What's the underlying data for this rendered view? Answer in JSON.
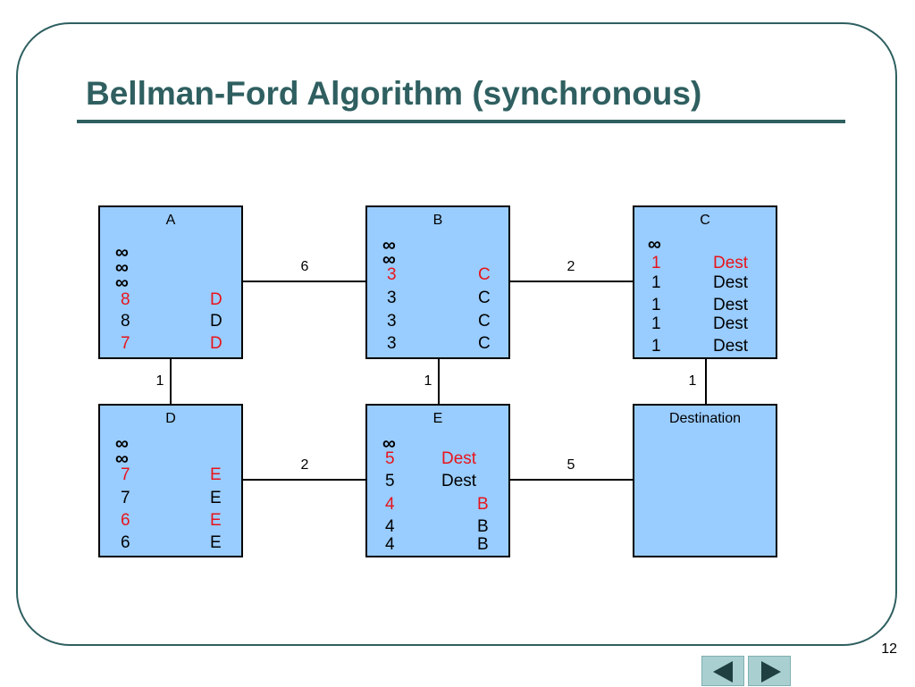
{
  "slide": {
    "title": "Bellman-Ford Algorithm (synchronous)",
    "page_number": "12"
  },
  "nodes": {
    "A": {
      "name": "A",
      "rows": [
        {
          "type": "inf",
          "text": "∞"
        },
        {
          "type": "inf",
          "text": "∞"
        },
        {
          "type": "inf",
          "text": "∞"
        },
        {
          "type": "entry",
          "cost": "8",
          "next": "D",
          "red": true
        },
        {
          "type": "entry",
          "cost": "8",
          "next": "D",
          "red": false
        },
        {
          "type": "entry",
          "cost": "7",
          "next": "D",
          "red": true
        }
      ]
    },
    "B": {
      "name": "B",
      "rows": [
        {
          "type": "inf",
          "text": "∞"
        },
        {
          "type": "inf",
          "text": "∞"
        },
        {
          "type": "entry",
          "cost": "3",
          "next": "C",
          "red": true
        },
        {
          "type": "entry",
          "cost": "3",
          "next": "C",
          "red": false
        },
        {
          "type": "entry",
          "cost": "3",
          "next": "C",
          "red": false
        },
        {
          "type": "entry",
          "cost": "3",
          "next": "C",
          "red": false
        }
      ]
    },
    "C": {
      "name": "C",
      "rows": [
        {
          "type": "inf",
          "text": "∞"
        },
        {
          "type": "entry",
          "cost": "1",
          "next": "Dest",
          "red": true
        },
        {
          "type": "entry",
          "cost": "1",
          "next": "Dest",
          "red": false
        },
        {
          "type": "entry",
          "cost": "1",
          "next": "Dest",
          "red": false
        },
        {
          "type": "entry",
          "cost": "1",
          "next": "Dest",
          "red": false
        },
        {
          "type": "entry",
          "cost": "1",
          "next": "Dest",
          "red": false
        }
      ]
    },
    "D": {
      "name": "D",
      "rows": [
        {
          "type": "inf",
          "text": "∞"
        },
        {
          "type": "inf",
          "text": "∞"
        },
        {
          "type": "entry",
          "cost": "7",
          "next": "E",
          "red": true
        },
        {
          "type": "entry",
          "cost": "7",
          "next": "E",
          "red": false
        },
        {
          "type": "entry",
          "cost": "6",
          "next": "E",
          "red": true
        },
        {
          "type": "entry",
          "cost": "6",
          "next": "E",
          "red": false
        }
      ]
    },
    "E": {
      "name": "E",
      "rows": [
        {
          "type": "inf",
          "text": "∞"
        },
        {
          "type": "entry",
          "cost": "5",
          "next": "Dest",
          "red": true
        },
        {
          "type": "entry",
          "cost": "5",
          "next": "Dest",
          "red": false
        },
        {
          "type": "entry",
          "cost": "4",
          "next": "B",
          "red": true
        },
        {
          "type": "entry",
          "cost": "4",
          "next": "B",
          "red": false
        },
        {
          "type": "entry",
          "cost": "4",
          "next": "B",
          "red": false
        }
      ]
    },
    "Dest": {
      "name": "Destination",
      "rows": []
    }
  },
  "edges": {
    "A_B": "6",
    "B_C": "2",
    "A_D": "1",
    "B_E": "1",
    "C_Dest": "1",
    "D_E": "2",
    "E_Dest": "5"
  },
  "colors": {
    "frame": "#2f5f60",
    "node_fill": "#99ccff",
    "highlight": "#e8141a",
    "nav_button": "#a9cfd0"
  },
  "nav": {
    "prev_icon": "triangle-left-icon",
    "next_icon": "triangle-right-icon"
  }
}
